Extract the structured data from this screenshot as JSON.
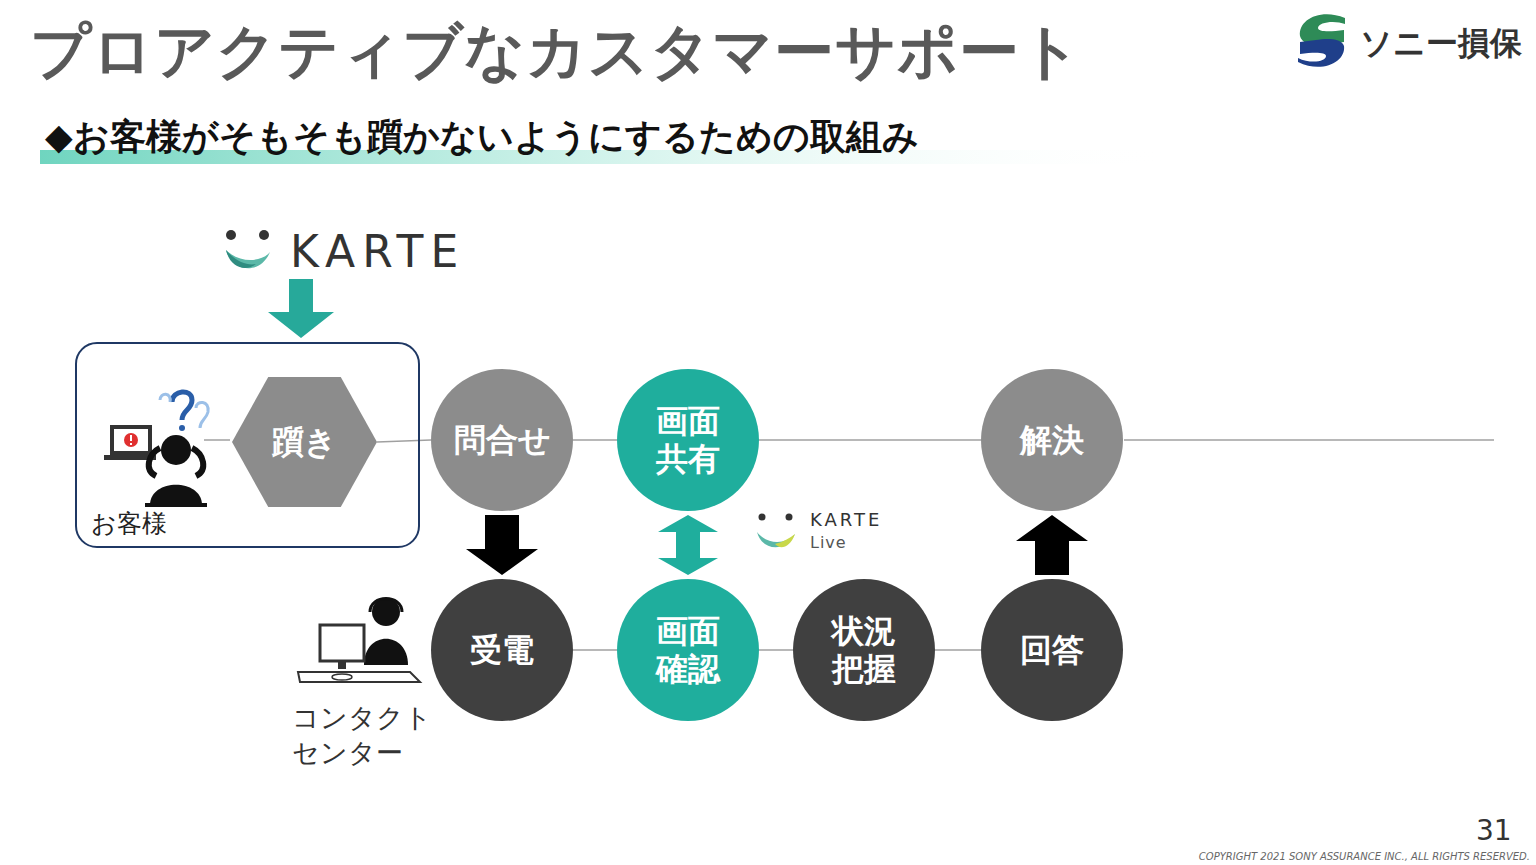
{
  "diagram": {
    "title": "プロアクティブなカスタマーサポート",
    "nodes": [
      {
        "text": [
          "お客様"
        ]
      },
      {
        "text": [
          "躓き"
        ],
        "in": 0
      },
      {
        "text": [
          "問合せ"
        ]
      },
      {
        "text": [
          "画面 共有"
        ]
      },
      {
        "text": [
          "解決"
        ]
      },
      {
        "text": [
          "受電"
        ]
      },
      {
        "text": [
          "画面 確認"
        ]
      },
      {
        "text": [
          "状況 把握"
        ]
      },
      {
        "text": [
          "回答"
        ]
      }
    ],
    "edges": [
      {
        "from": 1,
        "to": 2,
        "arrow": "none"
      },
      {
        "from": 2,
        "to": 3,
        "arrow": "none"
      },
      {
        "from": 3,
        "to": 4,
        "arrow": "none"
      },
      {
        "from": 5,
        "to": 6,
        "arrow": "none"
      },
      {
        "from": 6,
        "to": 7,
        "arrow": "none"
      },
      {
        "from": 7,
        "to": 8,
        "arrow": "none"
      },
      {
        "from": 2,
        "to": 5,
        "arrow": "to"
      },
      {
        "from": 3,
        "to": 6,
        "arrow": "both"
      },
      {
        "from": 8,
        "to": 4,
        "arrow": "to"
      }
    ],
    "labels": [
      "ソニー損保",
      "◆お客様がそもそも躓かないようにするための取組み",
      "KARTE",
      "KARTE",
      "Live",
      "コンタクト センター",
      "31",
      "COPYRIGHT 2021 SONY ASSURANCE INC., ALL RIGHTS RESERVED."
    ]
  }
}
